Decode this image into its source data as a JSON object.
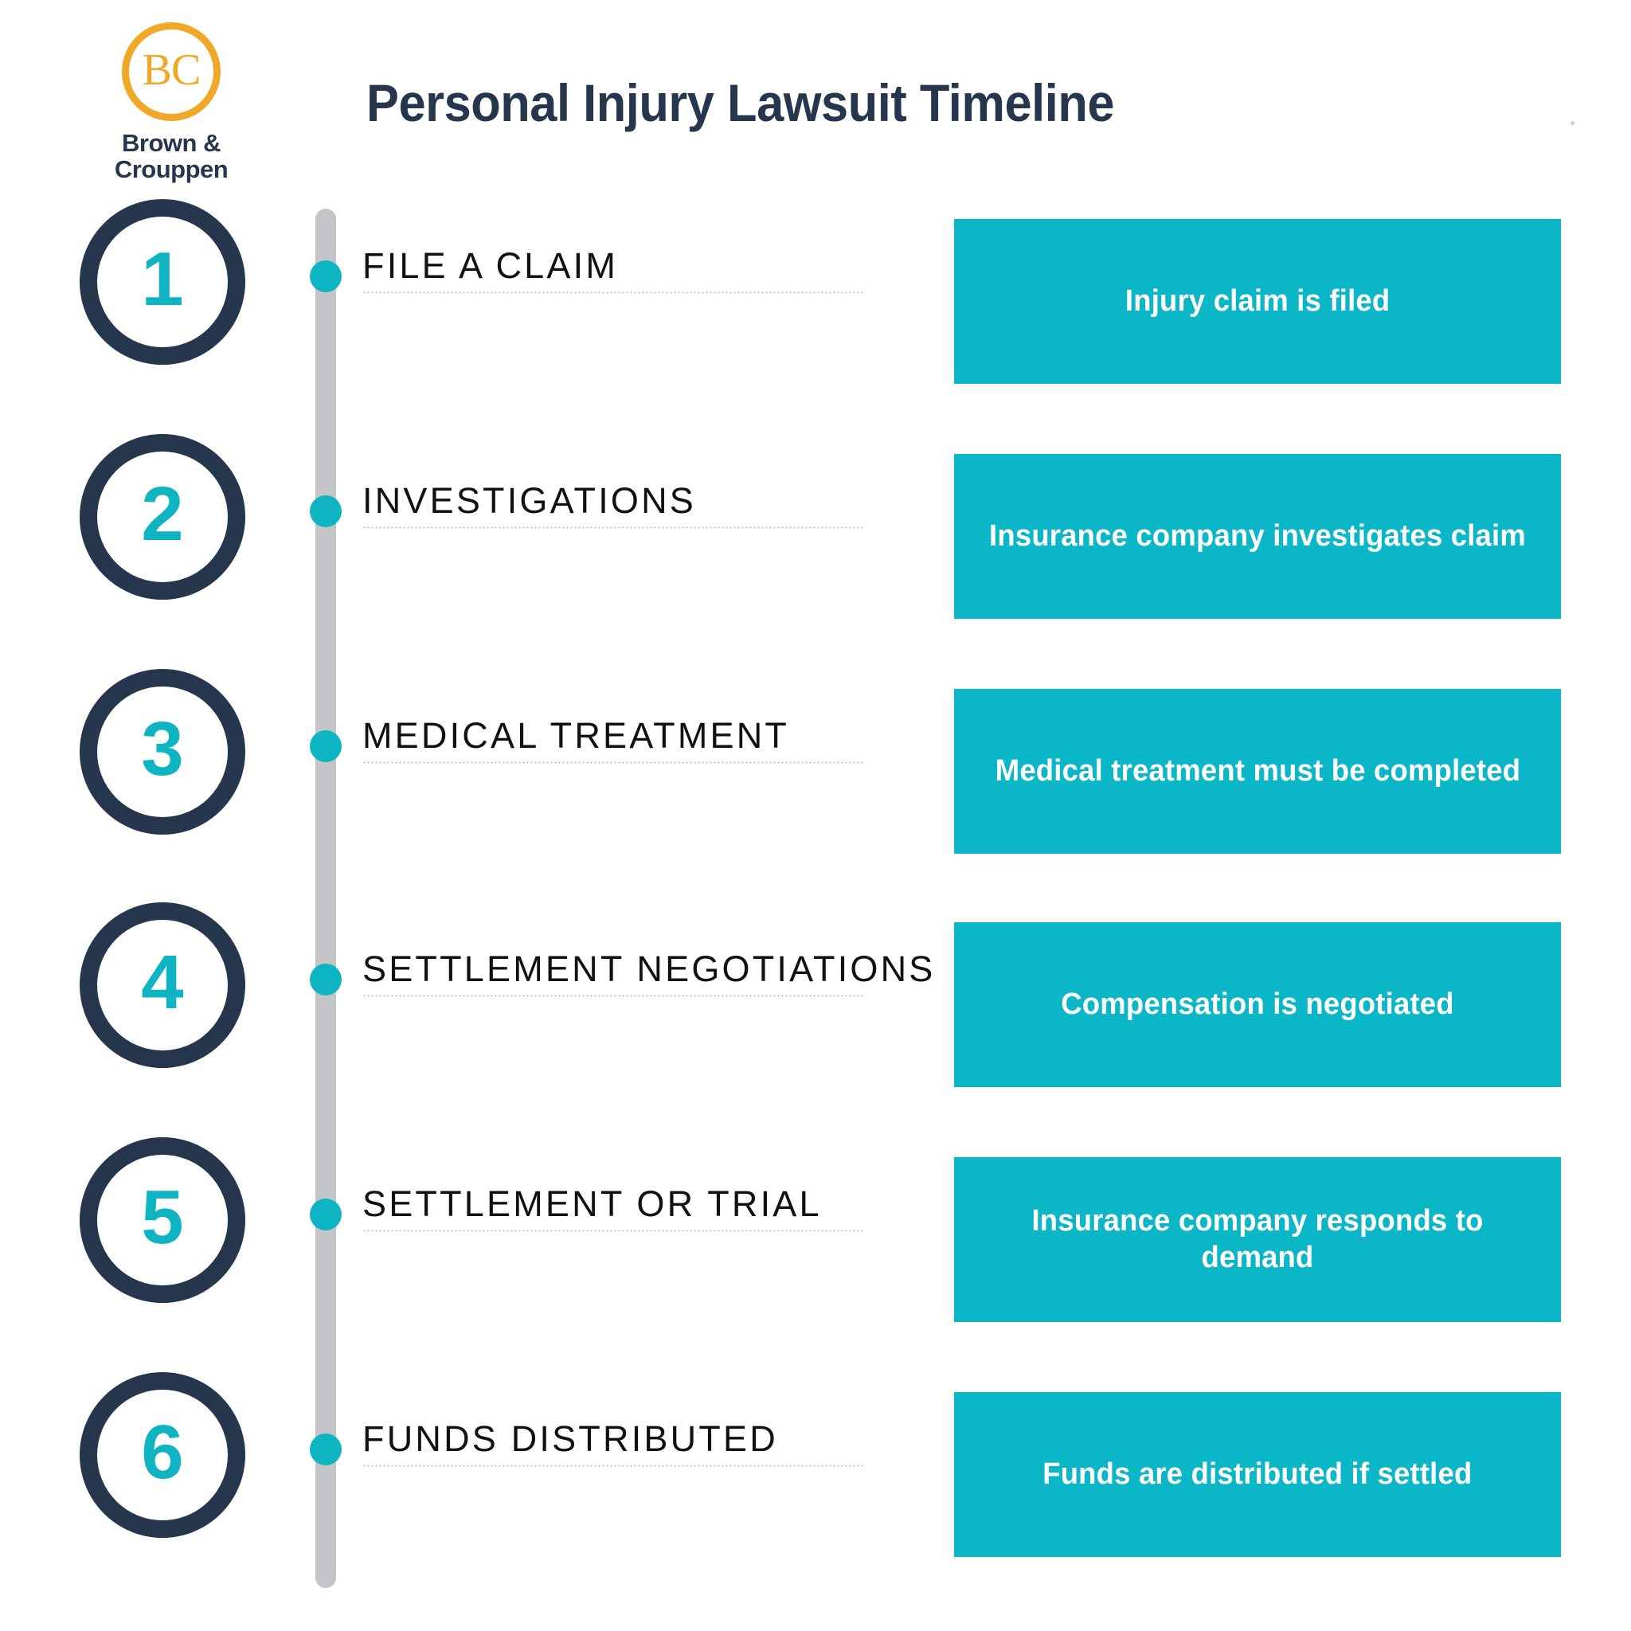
{
  "header": {
    "title": "Personal Injury Lawsuit Timeline",
    "logo": {
      "monogram": "BC",
      "name_line1": "Brown &",
      "name_line2": "Crouppen"
    }
  },
  "colors": {
    "navy": "#26364D",
    "teal": "#0BB7C6",
    "teal_number": "#0FB4C3",
    "logo_orange": "#EFA828",
    "rail_gray": "#c3c5c8",
    "background": "#FFFFFF",
    "box_text": "#FFFFFF"
  },
  "timeline": {
    "steps": [
      {
        "number": "1",
        "label": "FILE A CLAIM",
        "description": "Injury claim is filed"
      },
      {
        "number": "2",
        "label": "INVESTIGATIONS",
        "description": "Insurance company investigates claim"
      },
      {
        "number": "3",
        "label": "MEDICAL TREATMENT",
        "description": "Medical treatment must be completed"
      },
      {
        "number": "4",
        "label": "SETTLEMENT NEGOTIATIONS",
        "description": "Compensation is negotiated"
      },
      {
        "number": "5",
        "label": "SETTLEMENT OR TRIAL",
        "description": "Insurance company responds to demand"
      },
      {
        "number": "6",
        "label": "FUNDS DISTRIBUTED",
        "description": "Funds are distributed if settled"
      }
    ]
  }
}
